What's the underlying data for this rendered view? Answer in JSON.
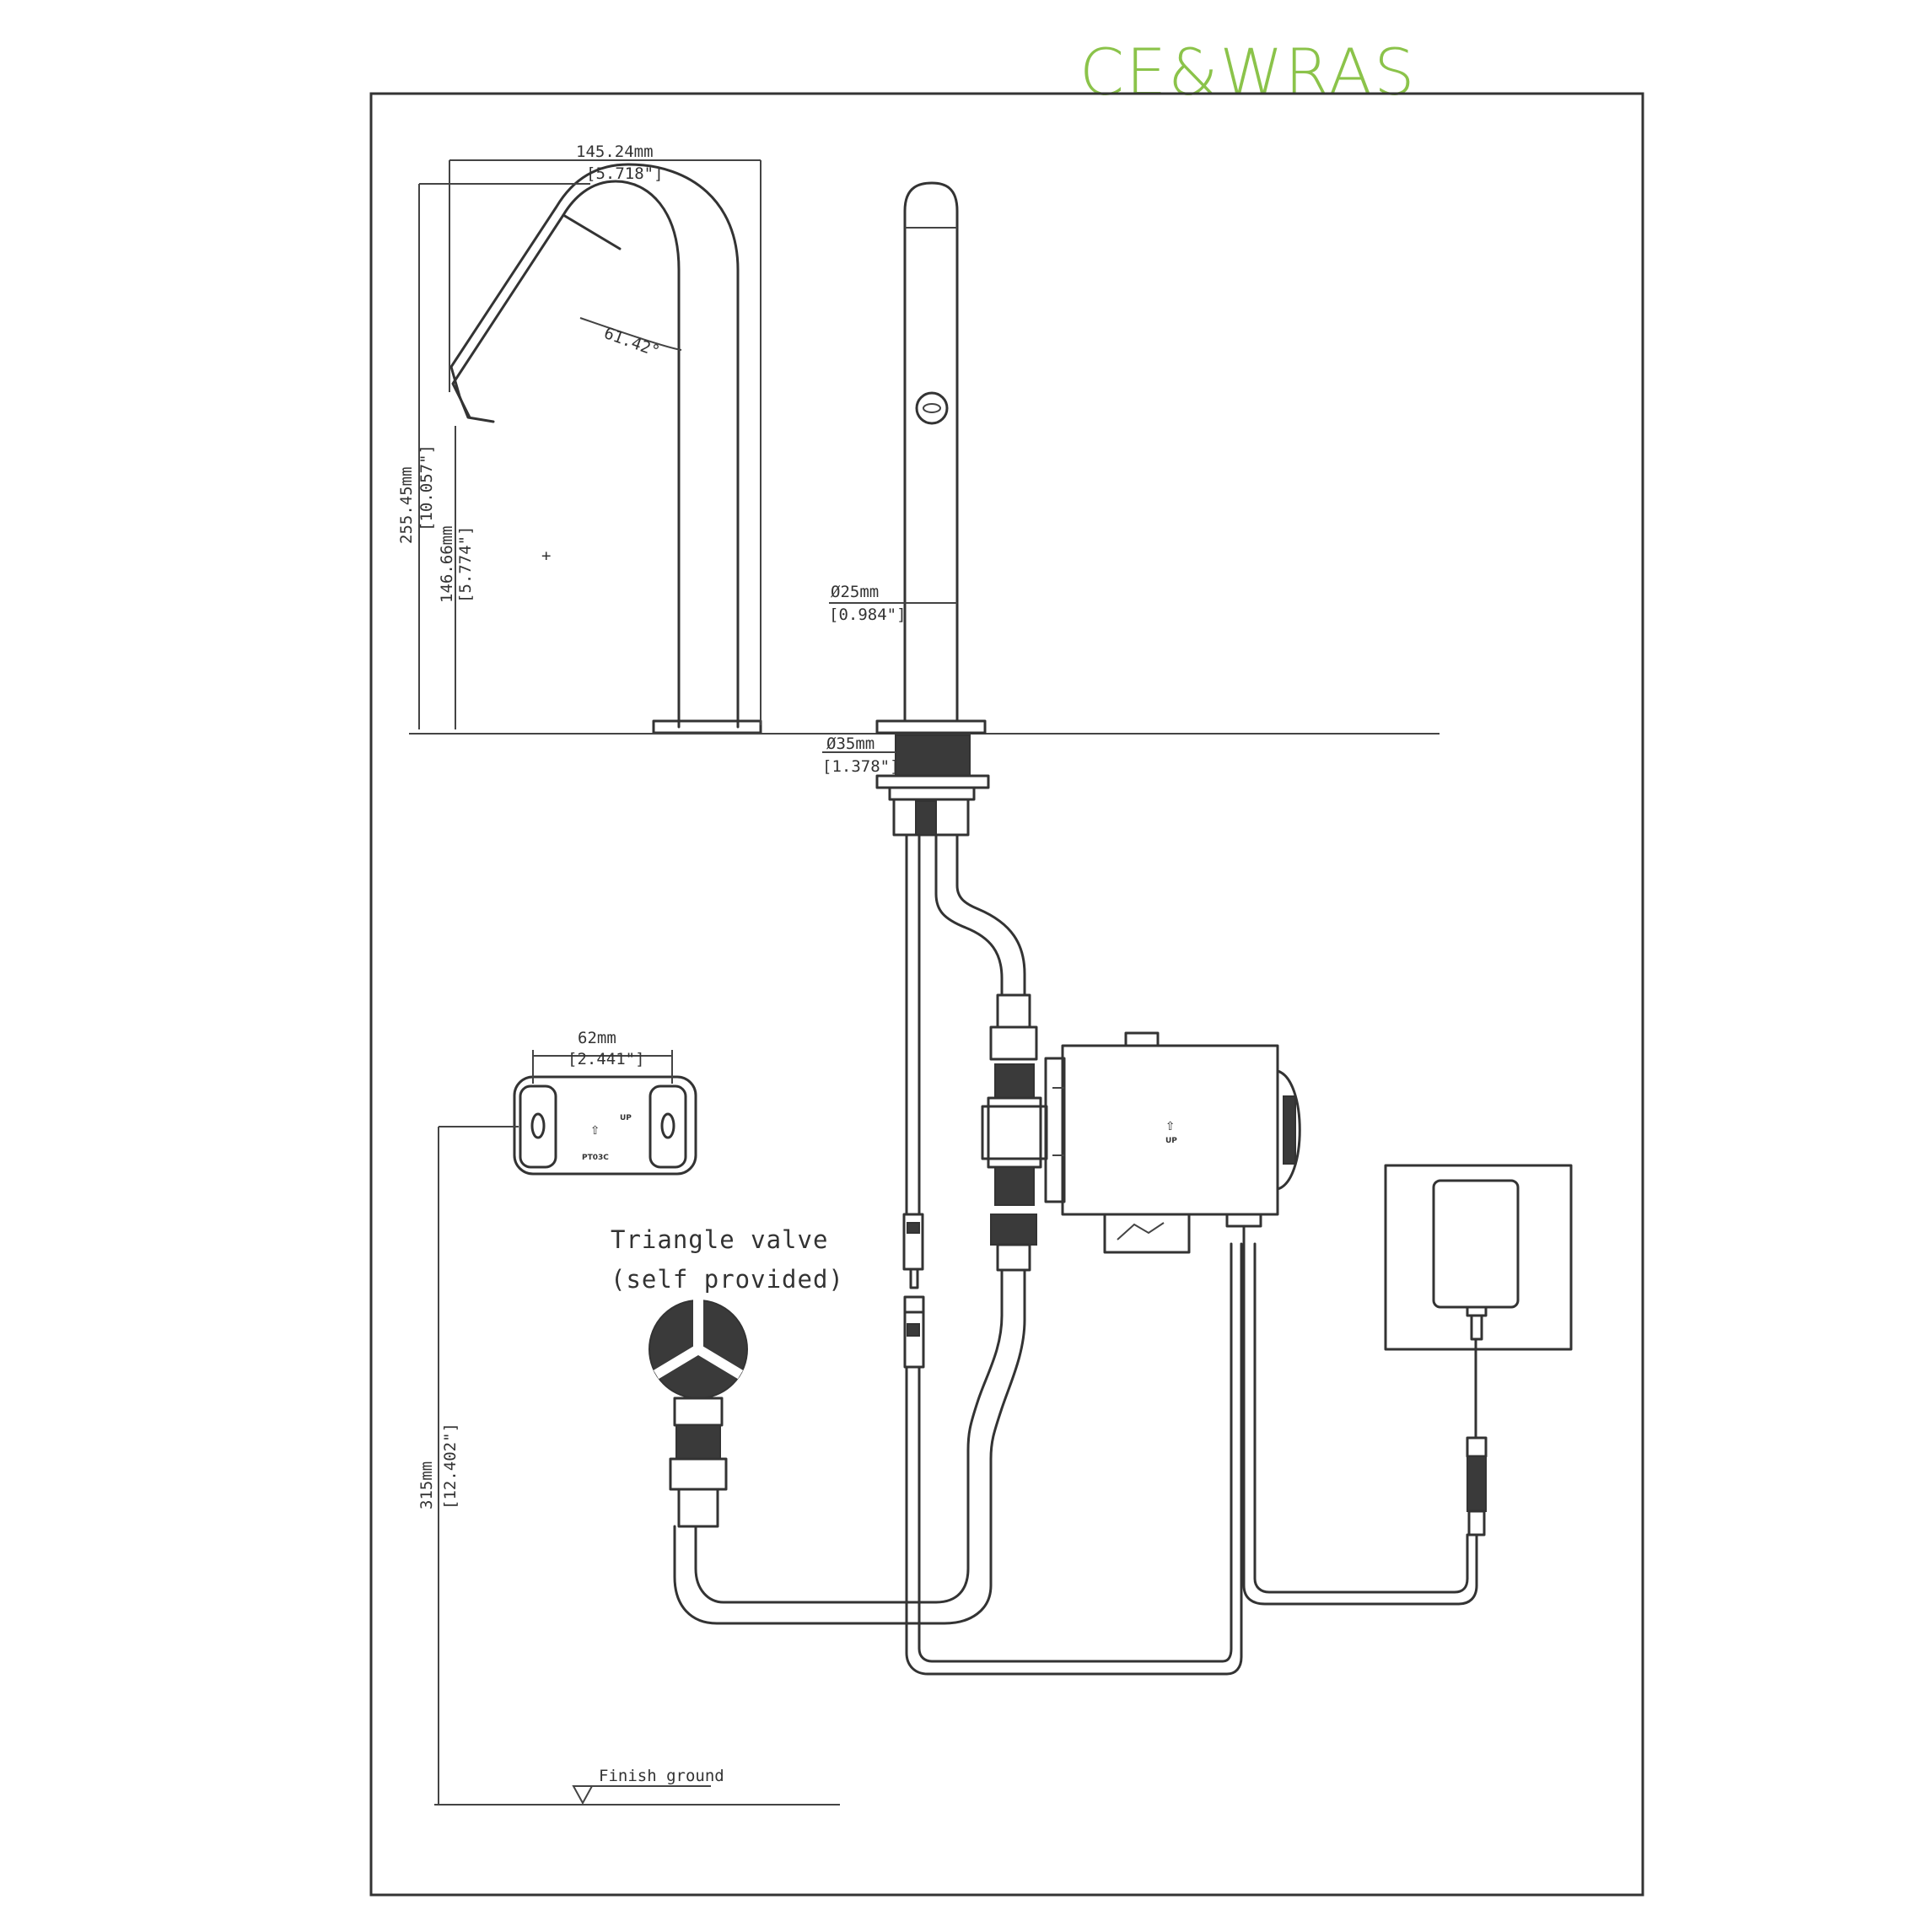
{
  "brand_label": "CE&WRAS",
  "colors": {
    "brand": "#8bc34a",
    "line": "#333333"
  },
  "dimensions": {
    "spout_width_mm": "145.24mm",
    "spout_width_in": "[5.718\"]",
    "spout_angle": "61.42°",
    "total_height_mm": "255.45mm",
    "total_height_in": "[10.057\"]",
    "outlet_height_mm": "146.66mm",
    "outlet_height_in": "[5.774\"]",
    "spout_diameter_mm": "Ø25mm",
    "spout_diameter_in": "[0.984\"]",
    "base_diameter_mm": "Ø35mm",
    "base_diameter_in": "[1.378\"]",
    "bracket_width_mm": "62mm",
    "bracket_width_in": "[2.441\"]",
    "bracket_height_mm": "315mm",
    "bracket_height_in": "[12.402\"]"
  },
  "labels": {
    "triangle_valve_line1": "Triangle valve",
    "triangle_valve_line2": "(self provided)",
    "finish_ground": "Finish ground"
  },
  "markings": {
    "up": "UP",
    "bracket_code": "PT03C"
  }
}
